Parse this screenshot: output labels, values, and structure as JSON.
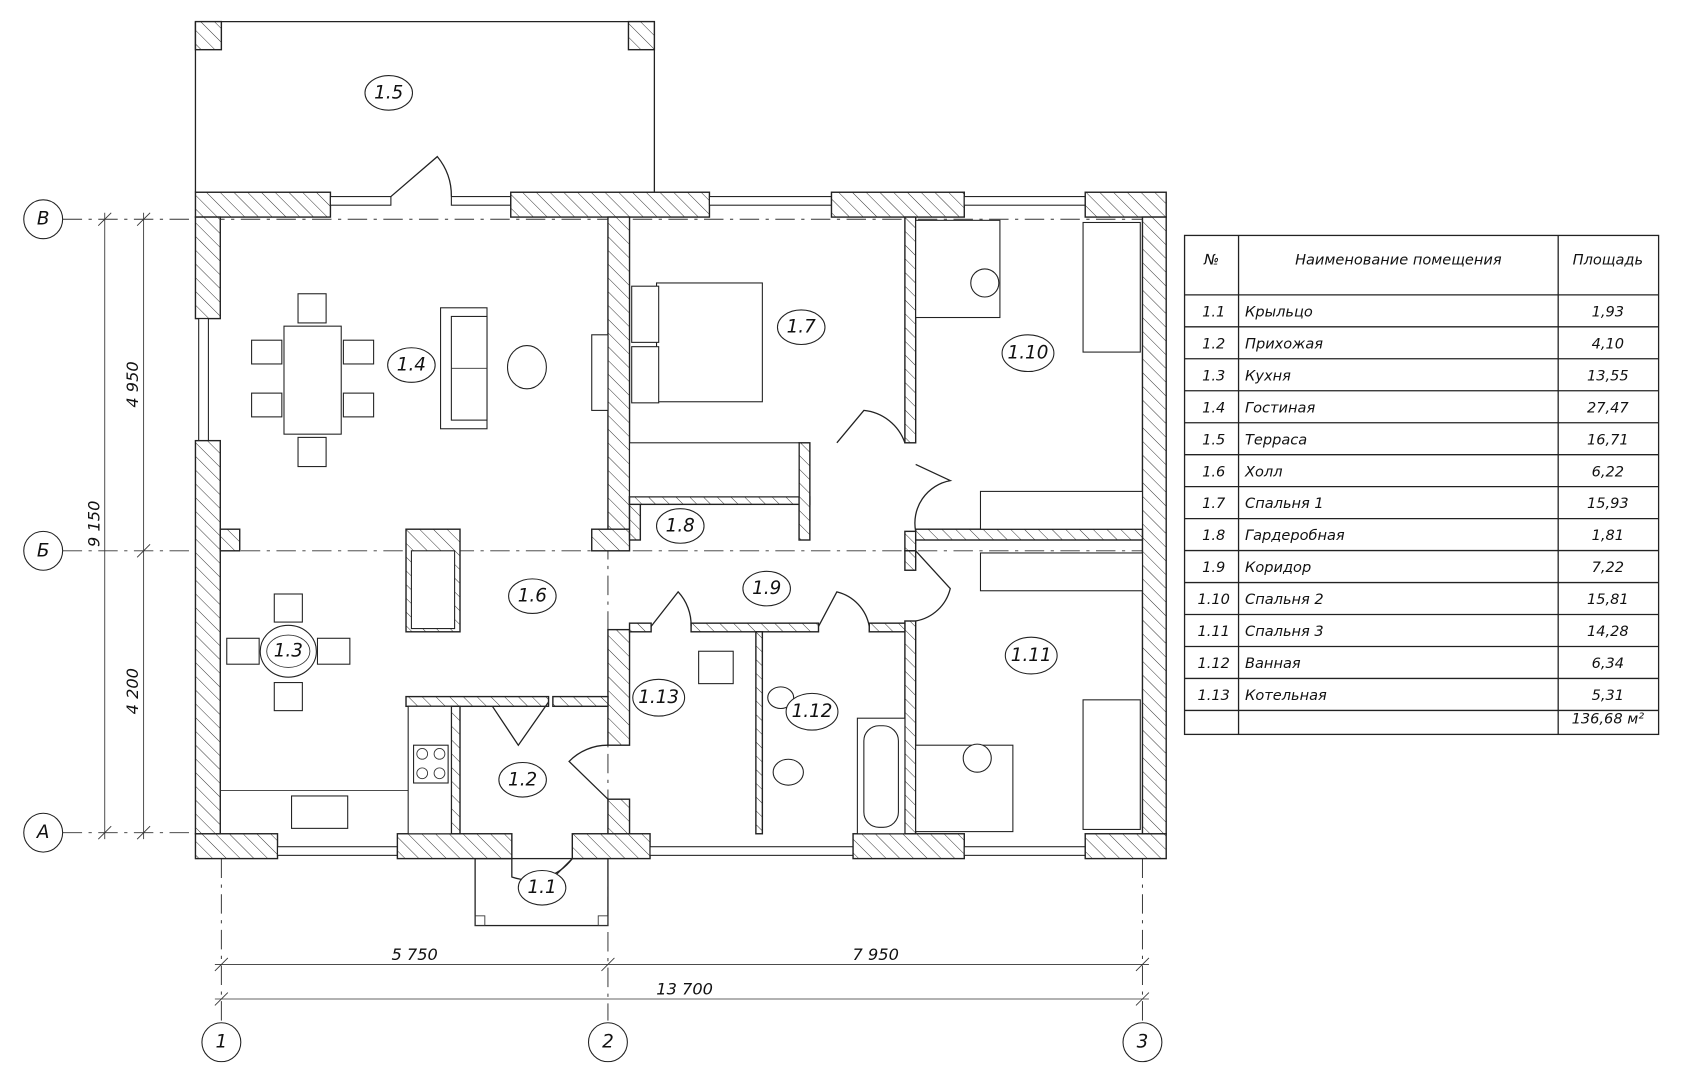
{
  "axes": {
    "rows": [
      "В",
      "Б",
      "А"
    ],
    "cols": [
      "1",
      "2",
      "3"
    ]
  },
  "dimensions": {
    "vertical_total": "9 150",
    "vertical_top": "4 950",
    "vertical_bottom": "4 200",
    "horizontal_left": "5 750",
    "horizontal_right": "7 950",
    "horizontal_total": "13 700"
  },
  "room_tags": [
    "1.1",
    "1.2",
    "1.3",
    "1.4",
    "1.5",
    "1.6",
    "1.7",
    "1.8",
    "1.9",
    "1.10",
    "1.11",
    "1.12",
    "1.13"
  ],
  "table": {
    "headers": [
      "№",
      "Наименование помещения",
      "Площадь"
    ],
    "rows": [
      {
        "no": "1.1",
        "name": "Крыльцо",
        "area": "1,93"
      },
      {
        "no": "1.2",
        "name": "Прихожая",
        "area": "4,10"
      },
      {
        "no": "1.3",
        "name": "Кухня",
        "area": "13,55"
      },
      {
        "no": "1.4",
        "name": "Гостиная",
        "area": "27,47"
      },
      {
        "no": "1.5",
        "name": "Терраса",
        "area": "16,71"
      },
      {
        "no": "1.6",
        "name": "Холл",
        "area": "6,22"
      },
      {
        "no": "1.7",
        "name": "Спальня 1",
        "area": "15,93"
      },
      {
        "no": "1.8",
        "name": "Гардеробная",
        "area": "1,81"
      },
      {
        "no": "1.9",
        "name": "Коридор",
        "area": "7,22"
      },
      {
        "no": "1.10",
        "name": "Спальня 2",
        "area": "15,81"
      },
      {
        "no": "1.11",
        "name": "Спальня 3",
        "area": "14,28"
      },
      {
        "no": "1.12",
        "name": "Ванная",
        "area": "6,34"
      },
      {
        "no": "1.13",
        "name": "Котельная",
        "area": "5,31"
      }
    ],
    "total": "136,68 м²"
  }
}
